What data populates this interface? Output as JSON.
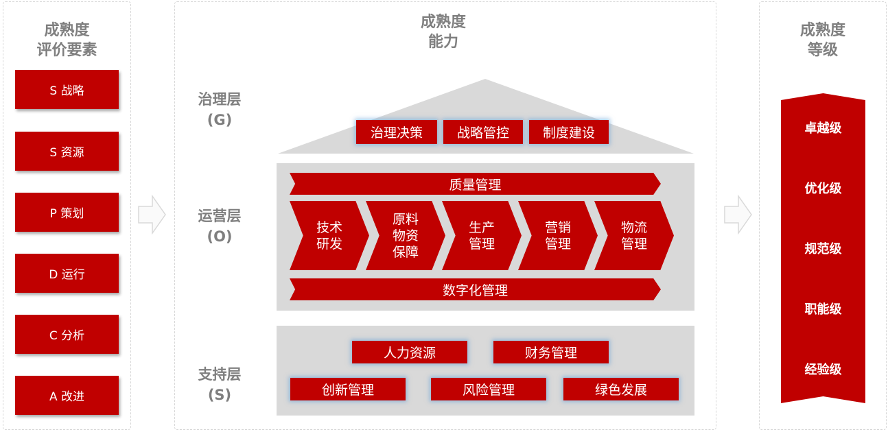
{
  "left": {
    "title": "成熟度\n评价要素",
    "items": [
      "S 战略",
      "S 资源",
      "P 策划",
      "D 运行",
      "C 分析",
      "A 改进"
    ]
  },
  "middle": {
    "title": "成熟度\n能力",
    "layers": {
      "governance": "治理层\n(G)",
      "operations": "运营层\n(O)",
      "support": "支持层\n(S)"
    },
    "governance_items": [
      "治理决策",
      "战略管控",
      "制度建设"
    ],
    "quality_bar": "质量管理",
    "chain": [
      "技术\n研发",
      "原料\n物资\n保障",
      "生产\n管理",
      "营销\n管理",
      "物流\n管理"
    ],
    "digital_bar": "数字化管理",
    "support_items": [
      "人力资源",
      "财务管理",
      "创新管理",
      "风险管理",
      "绿色发展"
    ]
  },
  "right": {
    "title": "成熟度\n等级",
    "levels": [
      "卓越级",
      "优化级",
      "规范级",
      "职能级",
      "经验级"
    ]
  },
  "colors": {
    "accent": "#c00000",
    "gray": "#d9d9d9",
    "label": "#7f7f7f"
  }
}
